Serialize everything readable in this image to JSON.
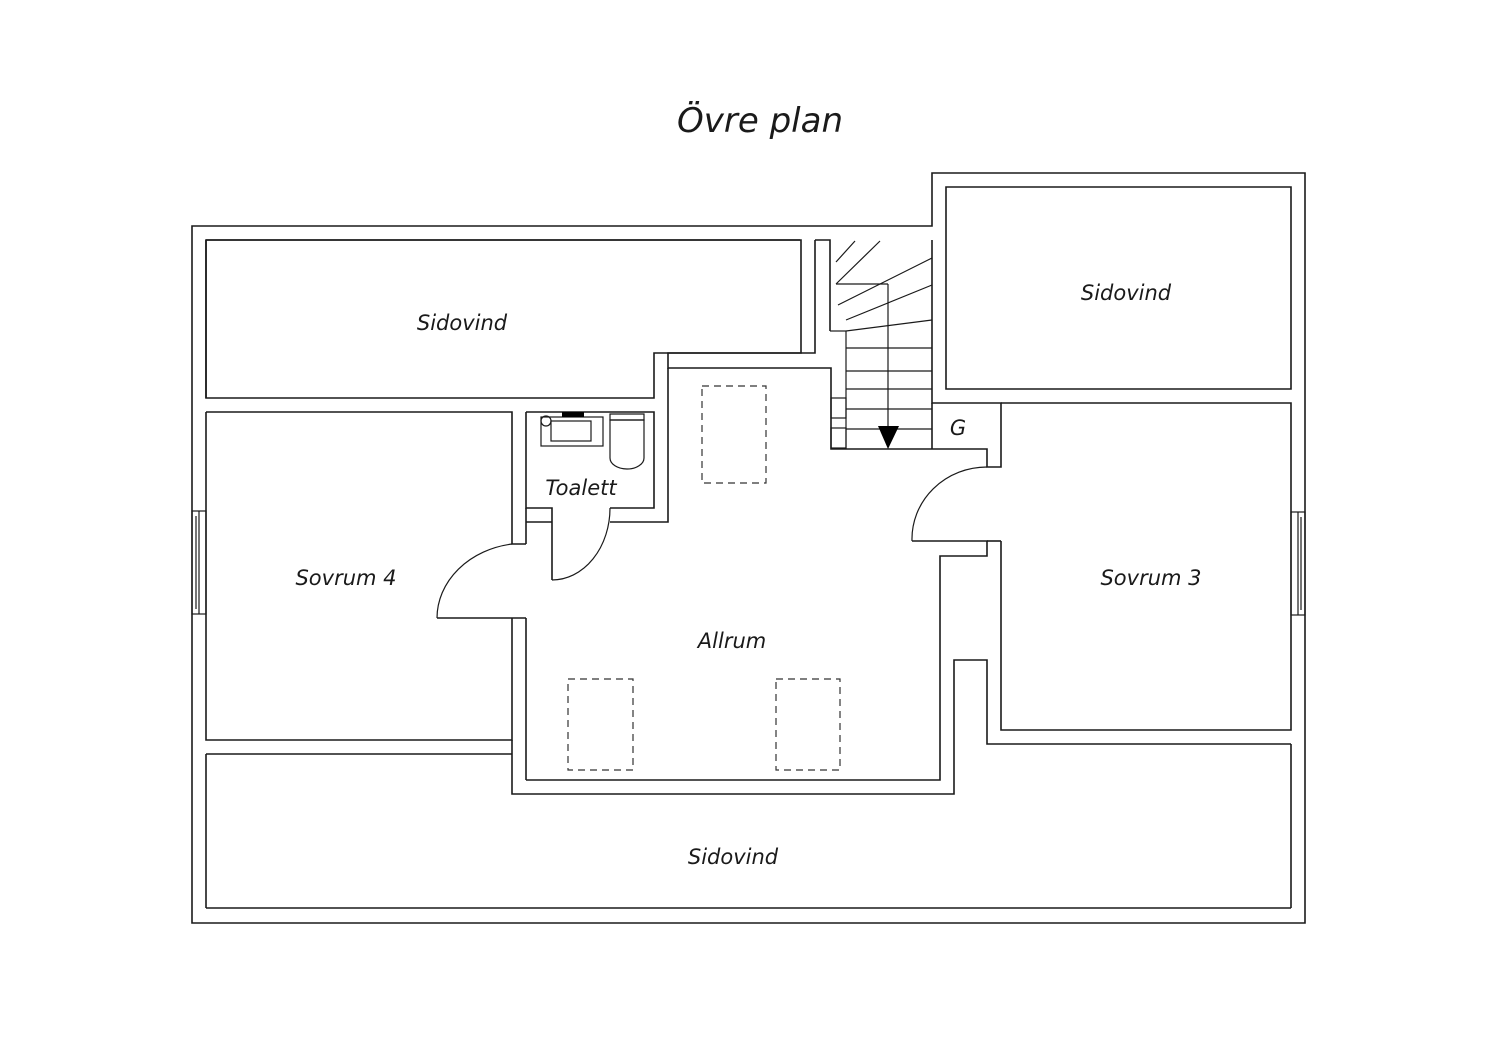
{
  "title": "Övre plan",
  "rooms": {
    "sidovind_top_left": "Sidovind",
    "sidovind_top_right": "Sidovind",
    "sidovind_bottom": "Sidovind",
    "sovrum_4": "Sovrum 4",
    "sovrum_3": "Sovrum 3",
    "toalett": "Toalett",
    "allrum": "Allrum",
    "g": "G"
  },
  "icons": {
    "stair_direction": "arrow-down-icon",
    "toilet": "toilet-icon",
    "sink": "sink-icon"
  }
}
